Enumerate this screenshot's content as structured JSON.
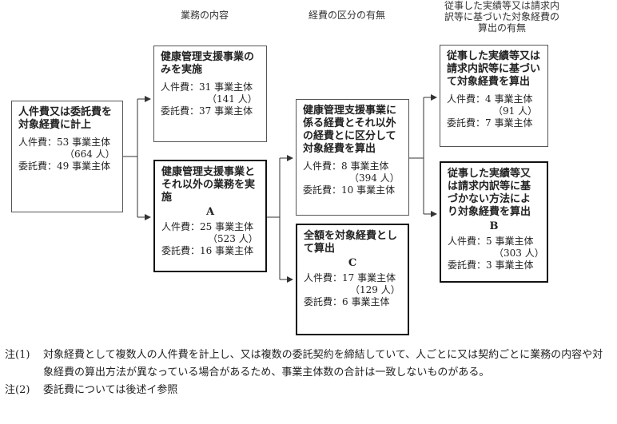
{
  "headers": {
    "col2": "業務の内容",
    "col3": "経費の区分の有無",
    "col4": "従事した実績等又は請求内訳等に基づいた対象経費の算出の有無"
  },
  "boxes": {
    "start": {
      "title": "人件費又は委託費を対象経費に計上",
      "personnel": "人件費：53 事業主体",
      "personnel_people": "（664 人）",
      "outsourcing": "委託費：49 事業主体"
    },
    "health_only": {
      "title": "健康管理支援事業のみを実施",
      "personnel": "人件費：31 事業主体",
      "personnel_people": "（141 人）",
      "outsourcing": "委託費：37 事業主体"
    },
    "health_and_other": {
      "title": "健康管理支援事業とそれ以外の業務を実施",
      "letter": "A",
      "personnel": "人件費：25 事業主体",
      "personnel_people": "（523 人）",
      "outsourcing": "委託費：16 事業主体"
    },
    "separated": {
      "title": "健康管理支援事業に係る経費とそれ以外の経費とに区分して対象経費を算出",
      "personnel": "人件費：8 事業主体",
      "personnel_people": "（394 人）",
      "outsourcing": "委託費：10 事業主体"
    },
    "full_amount": {
      "title": "全額を対象経費として算出",
      "letter": "C",
      "personnel": "人件費：17 事業主体",
      "personnel_people": "（129 人）",
      "outsourcing": "委託費：6 事業主体"
    },
    "based_on_actual": {
      "title": "従事した実績等又は請求内訳等に基づいて対象経費を算出",
      "personnel": "人件費：4 事業主体",
      "personnel_people": "（91 人）",
      "outsourcing": "委託費：7 事業主体"
    },
    "not_based": {
      "title": "従事した実績等又は請求内訳等に基づかない方法により対象経費を算出",
      "letter": "B",
      "personnel": "人件費：5 事業主体",
      "personnel_people": "（303 人）",
      "outsourcing": "委託費：3 事業主体"
    }
  },
  "notes": [
    {
      "label": "注(1)",
      "text": "対象経費として複数人の人件費を計上し、又は複数の委託契約を締結していて、人ごとに又は契約ごとに業務の内容や対象経費の算出方法が異なっている場合があるため、事業主体数の合計は一致しないものがある。"
    },
    {
      "label": "注(2)",
      "text": "委託費については後述イ参照"
    }
  ]
}
